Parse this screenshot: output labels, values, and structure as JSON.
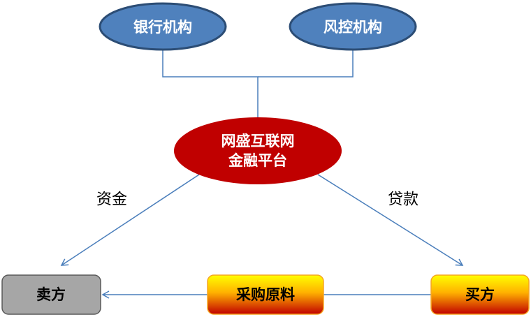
{
  "nodes": {
    "bank": {
      "label": "银行机构"
    },
    "risk_control": {
      "label": "风控机构"
    },
    "platform": {
      "line1": "网盛互联网",
      "line2": "金融平台"
    },
    "seller": {
      "label": "卖方"
    },
    "procurement": {
      "label": "采购原料"
    },
    "buyer": {
      "label": "买方"
    }
  },
  "edges": {
    "funds": {
      "label": "资金"
    },
    "loan": {
      "label": "贷款"
    }
  },
  "colors": {
    "blue_fill": "#4f81bd",
    "blue_stroke": "#2c4d75",
    "red_fill": "#c00000",
    "gray_fill": "#a6a6a6",
    "connector": "#4a7ebb"
  }
}
